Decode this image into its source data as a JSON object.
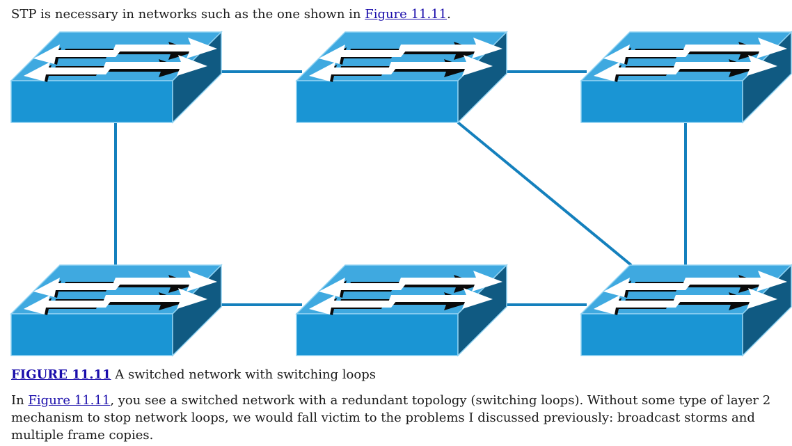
{
  "intro": {
    "text_before": "STP is necessary in networks such as the one shown in ",
    "link_text": "Figure 11.11",
    "text_after": "."
  },
  "diagram": {
    "colors": {
      "top_face": "#3fa9e0",
      "front_face": "#1a95d4",
      "side_face": "#105a82",
      "edge": "#8fd2f2",
      "link_line": "#1480bd",
      "arrow_fill": "#ffffff",
      "arrow_shadow": "#0a0a0a"
    },
    "switches": [
      {
        "id": "switch-top-left",
        "icon": "switch-icon"
      },
      {
        "id": "switch-top-middle",
        "icon": "switch-icon"
      },
      {
        "id": "switch-top-right",
        "icon": "switch-icon"
      },
      {
        "id": "switch-bottom-left",
        "icon": "switch-icon"
      },
      {
        "id": "switch-bottom-middle",
        "icon": "switch-icon"
      },
      {
        "id": "switch-bottom-right",
        "icon": "switch-icon"
      }
    ],
    "links": [
      [
        "switch-top-left",
        "switch-top-middle"
      ],
      [
        "switch-top-middle",
        "switch-top-right"
      ],
      [
        "switch-top-left",
        "switch-bottom-left"
      ],
      [
        "switch-top-right",
        "switch-bottom-right"
      ],
      [
        "switch-top-middle",
        "switch-bottom-right"
      ],
      [
        "switch-bottom-left",
        "switch-bottom-middle"
      ],
      [
        "switch-bottom-middle",
        "switch-bottom-right"
      ]
    ]
  },
  "caption": {
    "label": "FIGURE 11.11",
    "text": " A switched network with switching loops"
  },
  "paragraph": {
    "text_before": "In ",
    "link_text": "Figure 11.11",
    "text_after": ", you see a switched network with a redundant topology (switching loops). Without some type of layer 2 mechanism to stop network loops, we would fall victim to the problems I discussed previously: broadcast storms and multiple frame copies."
  }
}
